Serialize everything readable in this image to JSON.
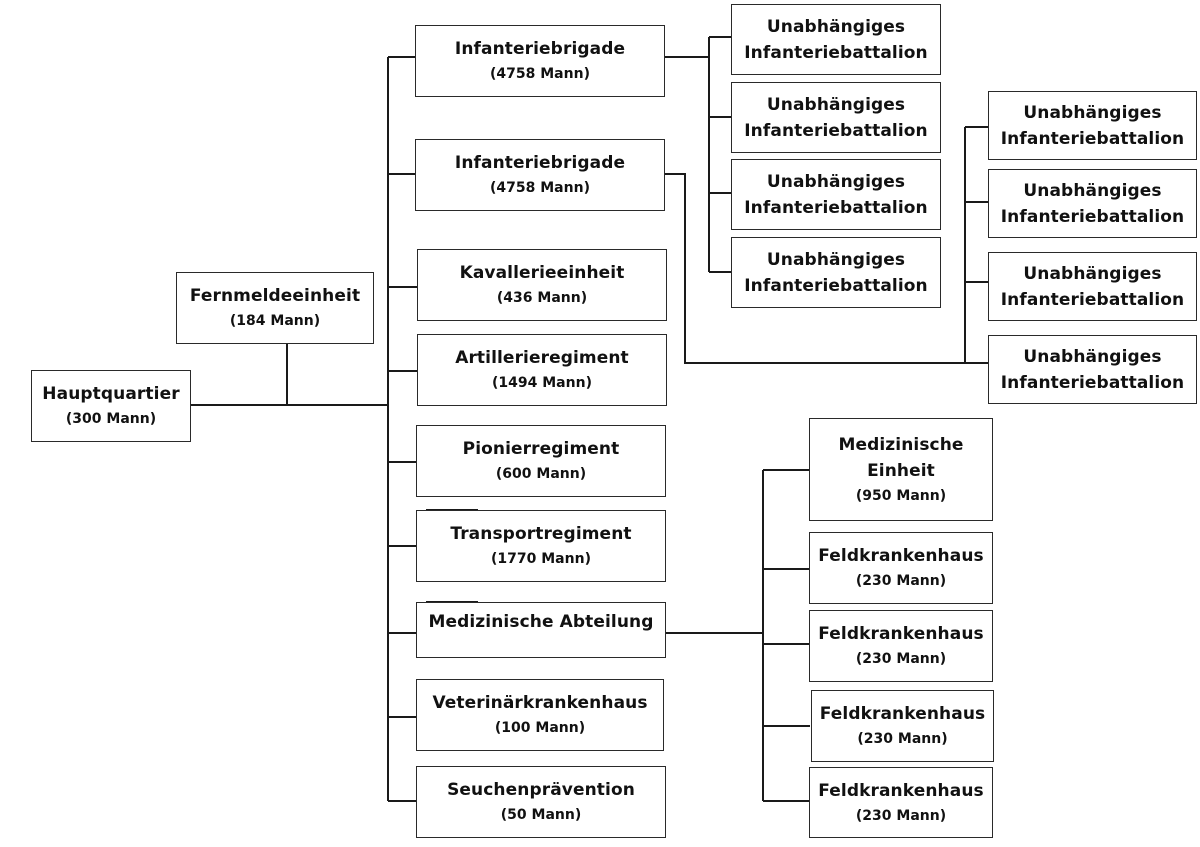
{
  "diagram": {
    "root": {
      "name": "Hauptquartier",
      "strength": "(300 Mann)"
    },
    "signals": {
      "name": "Fernmeldeeinheit",
      "strength": "(184 Mann)"
    },
    "divisions": [
      {
        "name": "Infanteriebrigade",
        "strength": "(4758 Mann)"
      },
      {
        "name": "Infanteriebrigade",
        "strength": "(4758 Mann)"
      },
      {
        "name": "Kavallerieeinheit",
        "strength": "(436 Mann)"
      },
      {
        "name": "Artillerieregiment",
        "strength": "(1494 Mann)"
      },
      {
        "name": "Pionierregiment",
        "strength": "(600 Mann)"
      },
      {
        "name": "Transportregiment",
        "strength": "(1770 Mann)"
      },
      {
        "name": "Medizinische Abteilung",
        "strength": ""
      },
      {
        "name": "Veterinärkrankenhaus",
        "strength": "(100 Mann)"
      },
      {
        "name": "Seuchenprävention",
        "strength": "(50 Mann)"
      }
    ],
    "brigade1_battalions": [
      {
        "line1": "Unabhängiges",
        "line2": "Infanteriebattalion"
      },
      {
        "line1": "Unabhängiges",
        "line2": "Infanteriebattalion"
      },
      {
        "line1": "Unabhängiges",
        "line2": "Infanteriebattalion"
      },
      {
        "line1": "Unabhängiges",
        "line2": "Infanteriebattalion"
      }
    ],
    "brigade2_battalions": [
      {
        "line1": "Unabhängiges",
        "line2": "Infanteriebattalion"
      },
      {
        "line1": "Unabhängiges",
        "line2": "Infanteriebattalion"
      },
      {
        "line1": "Unabhängiges",
        "line2": "Infanteriebattalion"
      },
      {
        "line1": "Unabhängiges",
        "line2": "Infanteriebattalion"
      }
    ],
    "medical_units": [
      {
        "line1": "Medizinische",
        "line2": "Einheit",
        "strength": "(950 Mann)"
      },
      {
        "line1": "Feldkrankenhaus",
        "strength": "(230 Mann)"
      },
      {
        "line1": "Feldkrankenhaus",
        "strength": "(230 Mann)"
      },
      {
        "line1": "Feldkrankenhaus",
        "strength": "(230 Mann)"
      },
      {
        "line1": "Feldkrankenhaus",
        "strength": "(230 Mann)"
      }
    ]
  }
}
